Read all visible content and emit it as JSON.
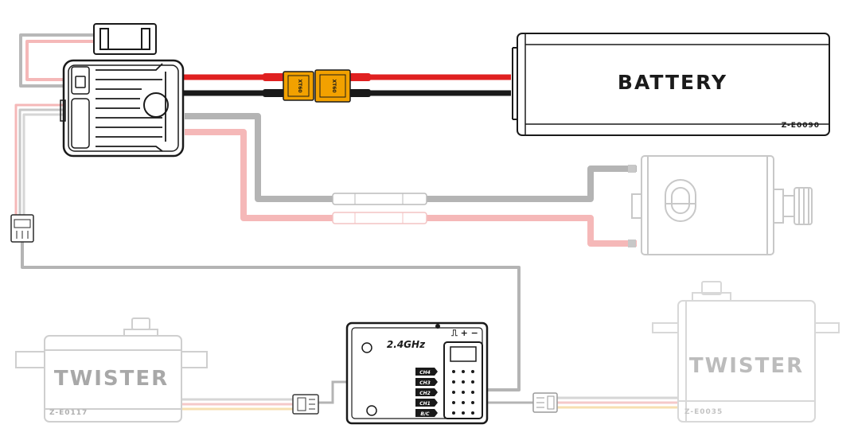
{
  "battery": {
    "label": "BATTERY",
    "code": "Z-E0090"
  },
  "connector": {
    "label": "XT60"
  },
  "receiver": {
    "title": "2.4GHz",
    "symbols": "⎍ + −",
    "channels": [
      "CH4",
      "CH3",
      "CH2",
      "CH1",
      "B/C"
    ]
  },
  "servo_left": {
    "label": "TWISTER",
    "code": "Z-E0117"
  },
  "servo_right": {
    "label": "TWISTER",
    "code": "Z-E0035"
  },
  "colors": {
    "red_wire": "#e02020",
    "black_wire": "#1a1a1a",
    "gray_wire": "#b4b4b4",
    "pink_wire": "#f5b8b8",
    "xt60_yellow": "#f2a100",
    "faded_outline": "#d0d0d0"
  }
}
